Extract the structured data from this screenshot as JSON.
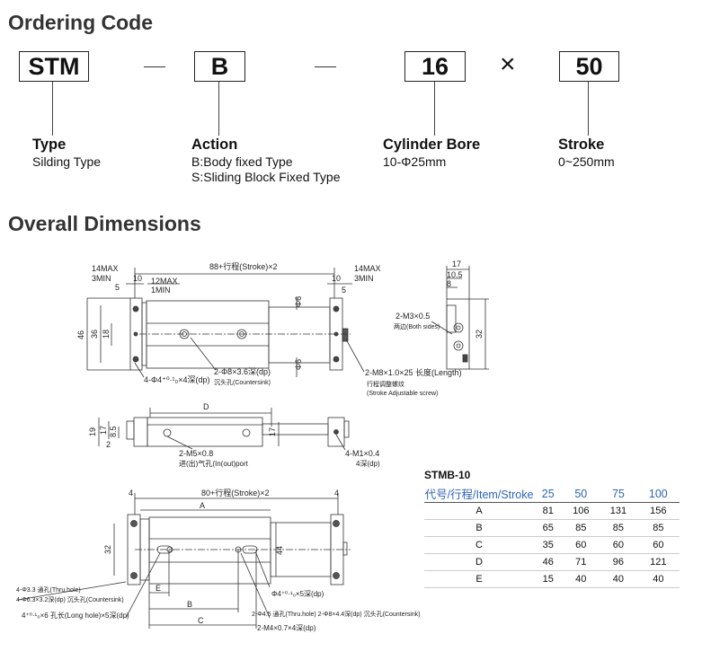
{
  "ordering": {
    "heading": "Ordering Code",
    "codes": [
      "STM",
      "B",
      "16",
      "50"
    ],
    "times": "×",
    "parts": [
      {
        "label": "Type",
        "desc": [
          "Silding Type"
        ]
      },
      {
        "label": "Action",
        "desc": [
          "B:Body fixed Type",
          "S:Sliding Block Fixed Type"
        ]
      },
      {
        "label": "Cylinder Bore",
        "desc": [
          "10-Φ25mm"
        ]
      },
      {
        "label": "Stroke",
        "desc": [
          "0~250mm"
        ]
      }
    ]
  },
  "dimensions": {
    "heading": "Overall Dimensions",
    "drawing1": {
      "dims": [
        "14MAX",
        "3MIN",
        "5",
        "10",
        "12MAX",
        "1MIN",
        "88+行程(Stroke)×2",
        "14MAX",
        "3MIN",
        "10",
        "5",
        "46",
        "36",
        "18",
        "Φ6",
        "Φ6"
      ],
      "callouts": [
        "2-Φ8×3.6深(dp)",
        "沉头孔(Countersink)",
        "4-Φ4⁺⁰·¹₀×4深(dp)",
        "2-M8×1.0×25 长度(Length)",
        "行程调整螺纹",
        "(Stroke Adjustable screw)"
      ]
    },
    "side": {
      "dims": [
        "17",
        "10.5",
        "8",
        "32"
      ],
      "callouts": [
        "2-M3×0.5",
        "两边(Both sides)"
      ]
    },
    "drawing2": {
      "dims": [
        "D",
        "19",
        "17",
        "8.5",
        "2",
        "17"
      ],
      "callouts": [
        "2-M5×0.8",
        "进(出)气孔(In(out)port",
        "4-M1×0.4",
        "4深(dp)"
      ]
    },
    "drawing3": {
      "dims": [
        "4",
        "80+行程(Stroke)×2",
        "4",
        "A",
        "32",
        "E",
        "B",
        "C",
        "44"
      ],
      "callouts": [
        "4-Φ3.3 通孔(Thru.hole)",
        "4-Φ6.3×3.2深(dp) 沉头孔(Countersink)",
        "4⁺⁰·¹₀×6 孔长(Long hole)×5深(dp)",
        "Φ4⁺⁰·¹₀×5深(dp)",
        "2-Φ4.5 通孔(Thru.hole) 2-Φ8×4.4深(dp) 沉头孔(Countersink)",
        "2-M4×0.7×4深(dp)"
      ]
    }
  },
  "stmb_table": {
    "title": "STMB-10",
    "header": [
      "代号/行程/Item/Stroke",
      "25",
      "50",
      "75",
      "100"
    ],
    "rows": [
      [
        "A",
        "81",
        "106",
        "131",
        "156"
      ],
      [
        "B",
        "65",
        "85",
        "85",
        "85"
      ],
      [
        "C",
        "35",
        "60",
        "60",
        "60"
      ],
      [
        "D",
        "46",
        "71",
        "96",
        "121"
      ],
      [
        "E",
        "15",
        "40",
        "40",
        "40"
      ]
    ]
  }
}
